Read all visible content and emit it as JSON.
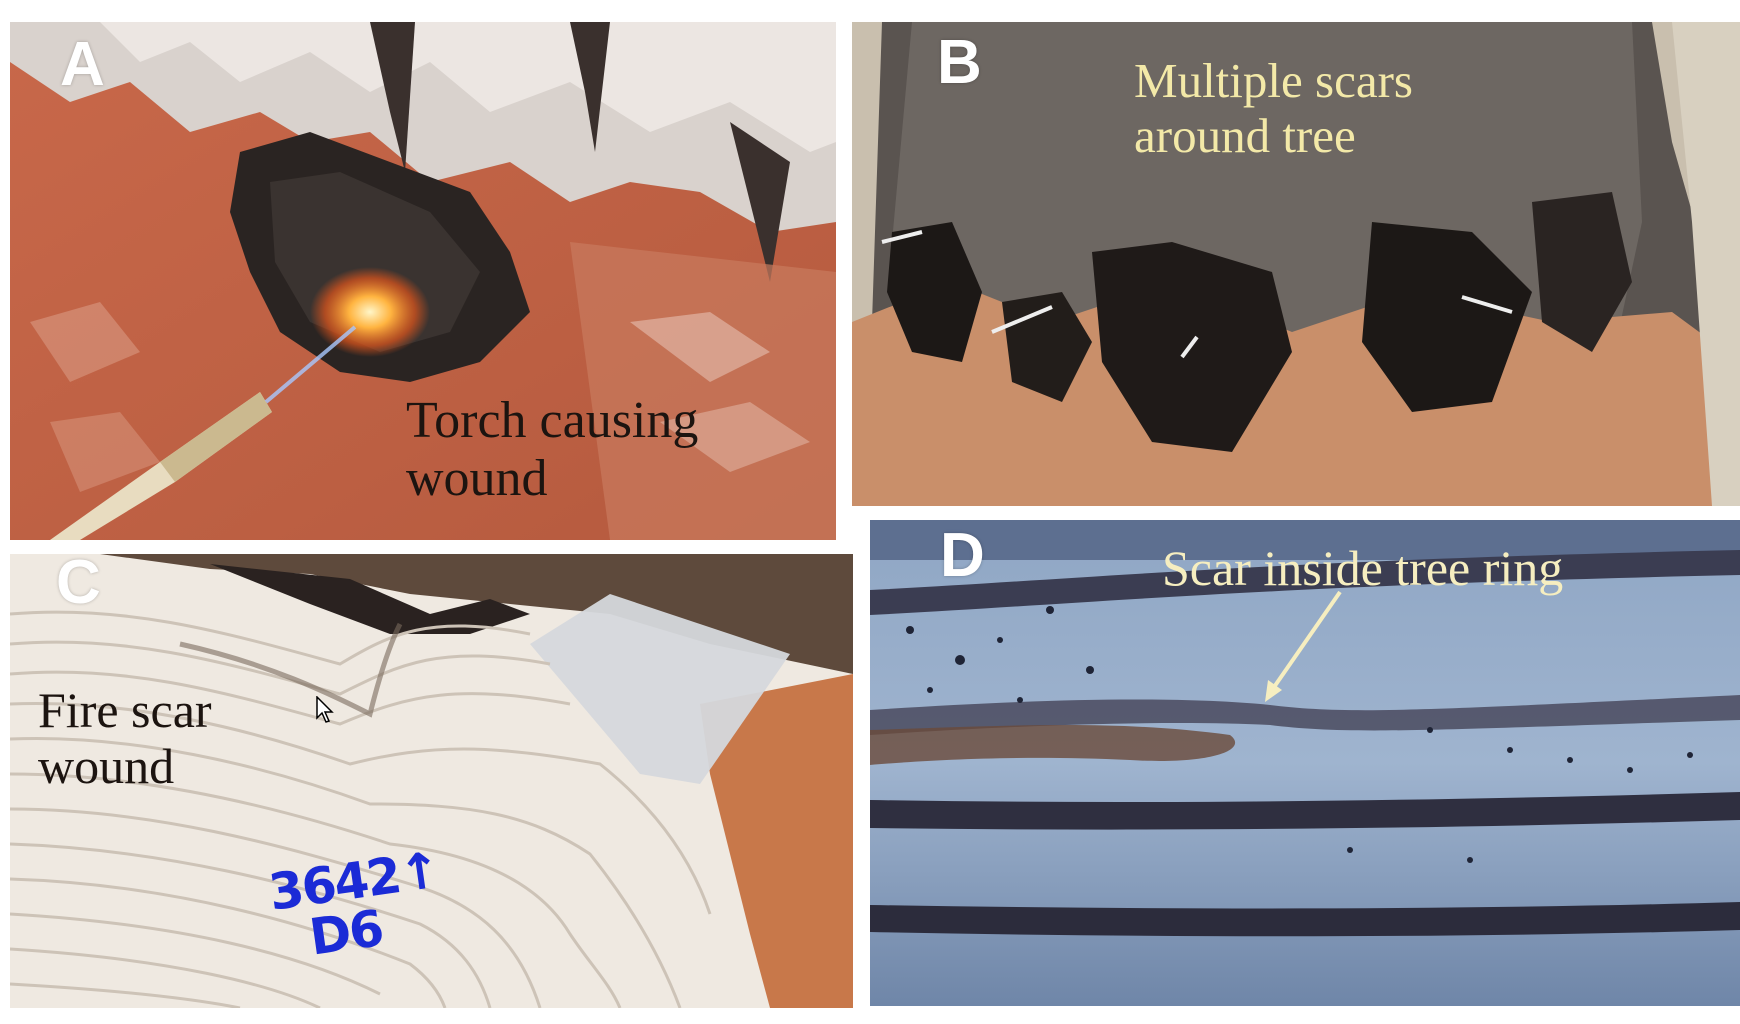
{
  "panels": {
    "a": {
      "letter": "A",
      "caption_line1": "Torch causing",
      "caption_line2": "wound"
    },
    "b": {
      "letter": "B",
      "caption_line1": "Multiple scars",
      "caption_line2": "around tree"
    },
    "c": {
      "letter": "C",
      "caption_line1": "Fire scar",
      "caption_line2": "wound",
      "sample_label_line1": "3642↑",
      "sample_label_line2": "D6"
    },
    "d": {
      "letter": "D",
      "caption": "Scar inside tree ring"
    }
  },
  "colors": {
    "caption_dark": "#1c1410",
    "caption_light": "#f3e9a8",
    "sample_ink": "#1b2bd6"
  }
}
